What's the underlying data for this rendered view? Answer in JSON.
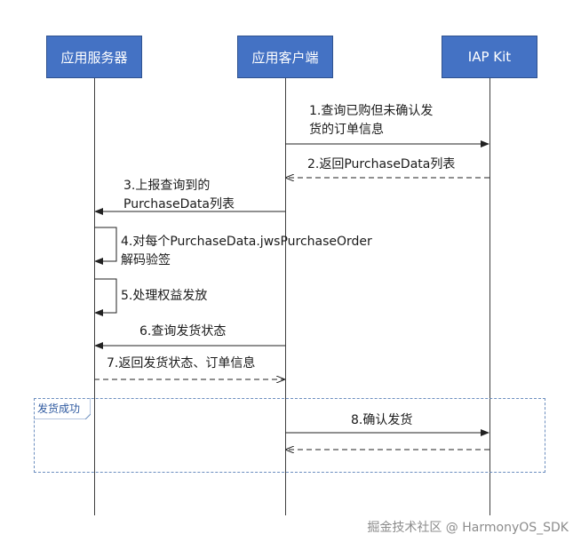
{
  "participants": {
    "server": "应用服务器",
    "client": "应用客户端",
    "iap": "IAP Kit"
  },
  "messages": {
    "m1": [
      "1.查询已购但未确认发",
      "货的订单信息"
    ],
    "m2": "2.返回PurchaseData列表",
    "m3": [
      "3.上报查询到的",
      "PurchaseData列表"
    ],
    "m4": [
      "4.对每个PurchaseData.jwsPurchaseOrder",
      "解码验签"
    ],
    "m5": "5.处理权益发放",
    "m6": "6.查询发货状态",
    "m7": "7.返回发货状态、订单信息",
    "m8": "8.确认发货"
  },
  "fragment": {
    "label": "发货成功"
  },
  "watermark": "掘金技术社区 @ HarmonyOS_SDK",
  "colors": {
    "actor_fill": "#4472c4",
    "fragment_border": "#6c8ebf",
    "fragment_label": "#2f5aa0",
    "line": "#404040"
  }
}
